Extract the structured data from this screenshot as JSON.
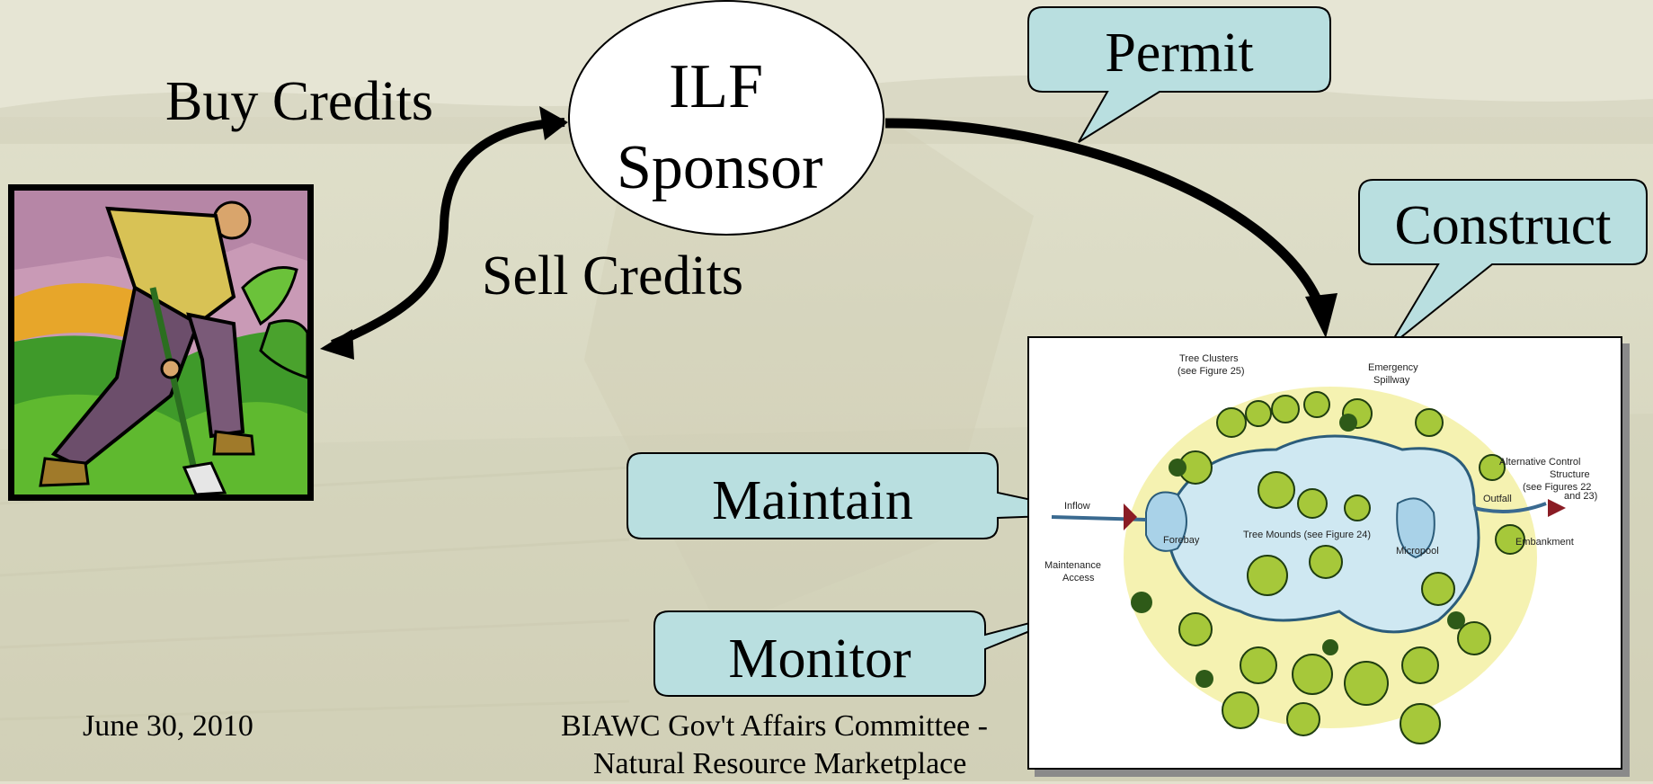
{
  "sponsor": {
    "line1": "ILF",
    "line2": "Sponsor"
  },
  "labels": {
    "buy_credits": "Buy Credits",
    "sell_credits": "Sell Credits"
  },
  "callouts": {
    "permit": "Permit",
    "construct": "Construct",
    "maintain": "Maintain",
    "monitor": "Monitor"
  },
  "pond_labels": {
    "tree_clusters": "Tree Clusters",
    "tree_clusters_ref": "(see Figure 25)",
    "emergency_spillway_1": "Emergency",
    "emergency_spillway_2": "Spillway",
    "alt_control_1": "Alternative Control",
    "alt_control_2": "Structure",
    "alt_control_3": "(see Figures 22",
    "alt_control_4": "and 23)",
    "outfall": "Outfall",
    "inflow": "Inflow",
    "forebay": "Forebay",
    "tree_mounds": "Tree Mounds (see Figure 24)",
    "micropool": "Micropool",
    "embankment": "Embankment",
    "maintenance_1": "Maintenance",
    "maintenance_2": "Access"
  },
  "footer": {
    "date": "June 30, 2010",
    "org_line1": "BIAWC Gov't Affairs Committee -",
    "org_line2": "Natural Resource Marketplace"
  },
  "colors": {
    "callout_fill": "#b9dfe0",
    "background": "#dcdcc6",
    "arrow": "#000000"
  },
  "icons": {
    "worker_clipart": "worker-digging-icon",
    "pond_plan": "wetland-pond-plan-image"
  }
}
